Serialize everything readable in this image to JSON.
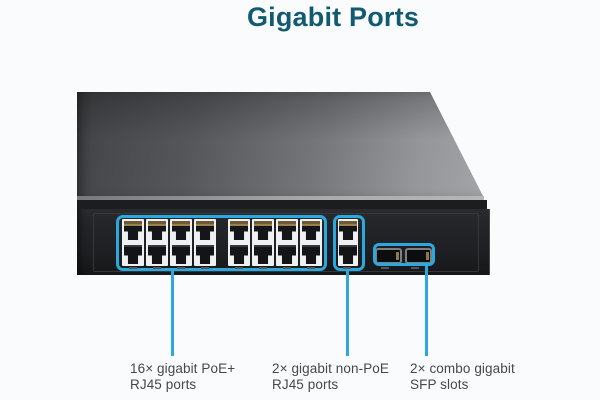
{
  "colors": {
    "accent": "#2ba9df",
    "title": "#115a70",
    "background": "#fafbfd"
  },
  "title": {
    "text": "Gigabit Ports"
  },
  "device": {
    "ports": {
      "poe_rj45_count": 16,
      "uplink_rj45_count": 2,
      "sfp_count": 2
    }
  },
  "callouts": [
    {
      "name": "poe-ports",
      "line1": "16× gigabit PoE+",
      "line2": "RJ45 ports"
    },
    {
      "name": "non-poe-ports",
      "line1": "2× gigabit non-PoE",
      "line2": "RJ45 ports"
    },
    {
      "name": "sfp-slots",
      "line1": "2× combo gigabit",
      "line2": "SFP slots"
    }
  ]
}
